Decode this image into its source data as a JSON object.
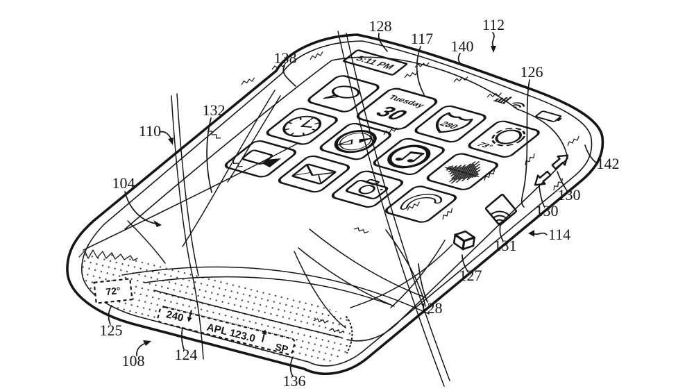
{
  "status_bar": {
    "time": "5:11 PM"
  },
  "home_screen": {
    "calendar": {
      "weekday": "Tuesday",
      "day": "30"
    },
    "maps": {
      "route": "280"
    },
    "weather": {
      "temp": "73°"
    },
    "icon_names": [
      "messages",
      "calendar",
      "maps",
      "weather",
      "clock",
      "safari-compass",
      "music",
      "voice-memos",
      "video-camera",
      "mail",
      "camera",
      "phone"
    ]
  },
  "status_icons": [
    "cell-signal-icon",
    "wifi-icon",
    "battery-icon"
  ],
  "edge_display": {
    "temperature": "72°",
    "altitude": "240",
    "ticker": "APL 123.0",
    "marker": "SP"
  },
  "refs": {
    "n104": "104",
    "n108": "108",
    "n110": "110",
    "n112": "112",
    "n114": "114",
    "n117": "117",
    "n124": "124",
    "n125": "125",
    "n126": "126",
    "n127": "127",
    "n128": "128",
    "n130": "130",
    "n131": "131",
    "n132": "132",
    "n136": "136",
    "n138": "138",
    "n140": "140",
    "n142": "142"
  }
}
